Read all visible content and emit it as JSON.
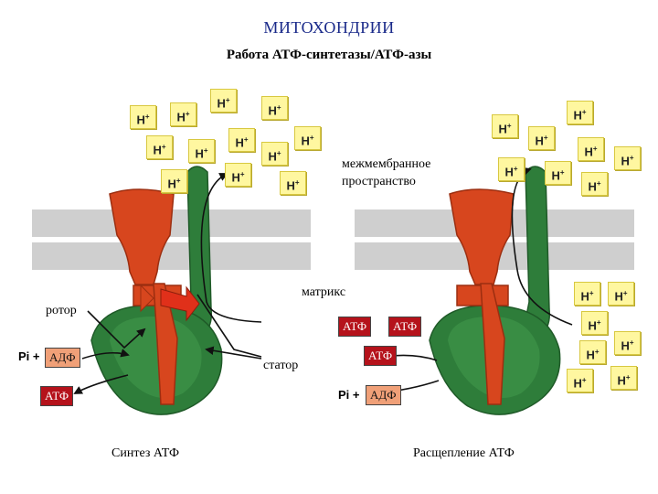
{
  "title": "МИТОХОНДРИИ",
  "subtitle": "Работа АТФ-синтетазы/АТФ-азы",
  "labels": {
    "intermembrane": [
      "межмембранное",
      "пространство"
    ],
    "matrix": "матрикс",
    "rotor": "ротор",
    "stator": "статор"
  },
  "molecules": {
    "proton": "H+",
    "atp": "АТФ",
    "adp": "АДФ",
    "phosphate": "Pi +"
  },
  "captions": {
    "left": "Синтез АТФ",
    "right": "Расщепление АТФ"
  },
  "colors": {
    "rotor": "#d7461e",
    "stator": "#2e7d3a",
    "membrane": "#cfcfcf",
    "proton_box": "#fff7a0",
    "atp_chip": "#b5121b",
    "adp_chip": "#f0a078"
  }
}
